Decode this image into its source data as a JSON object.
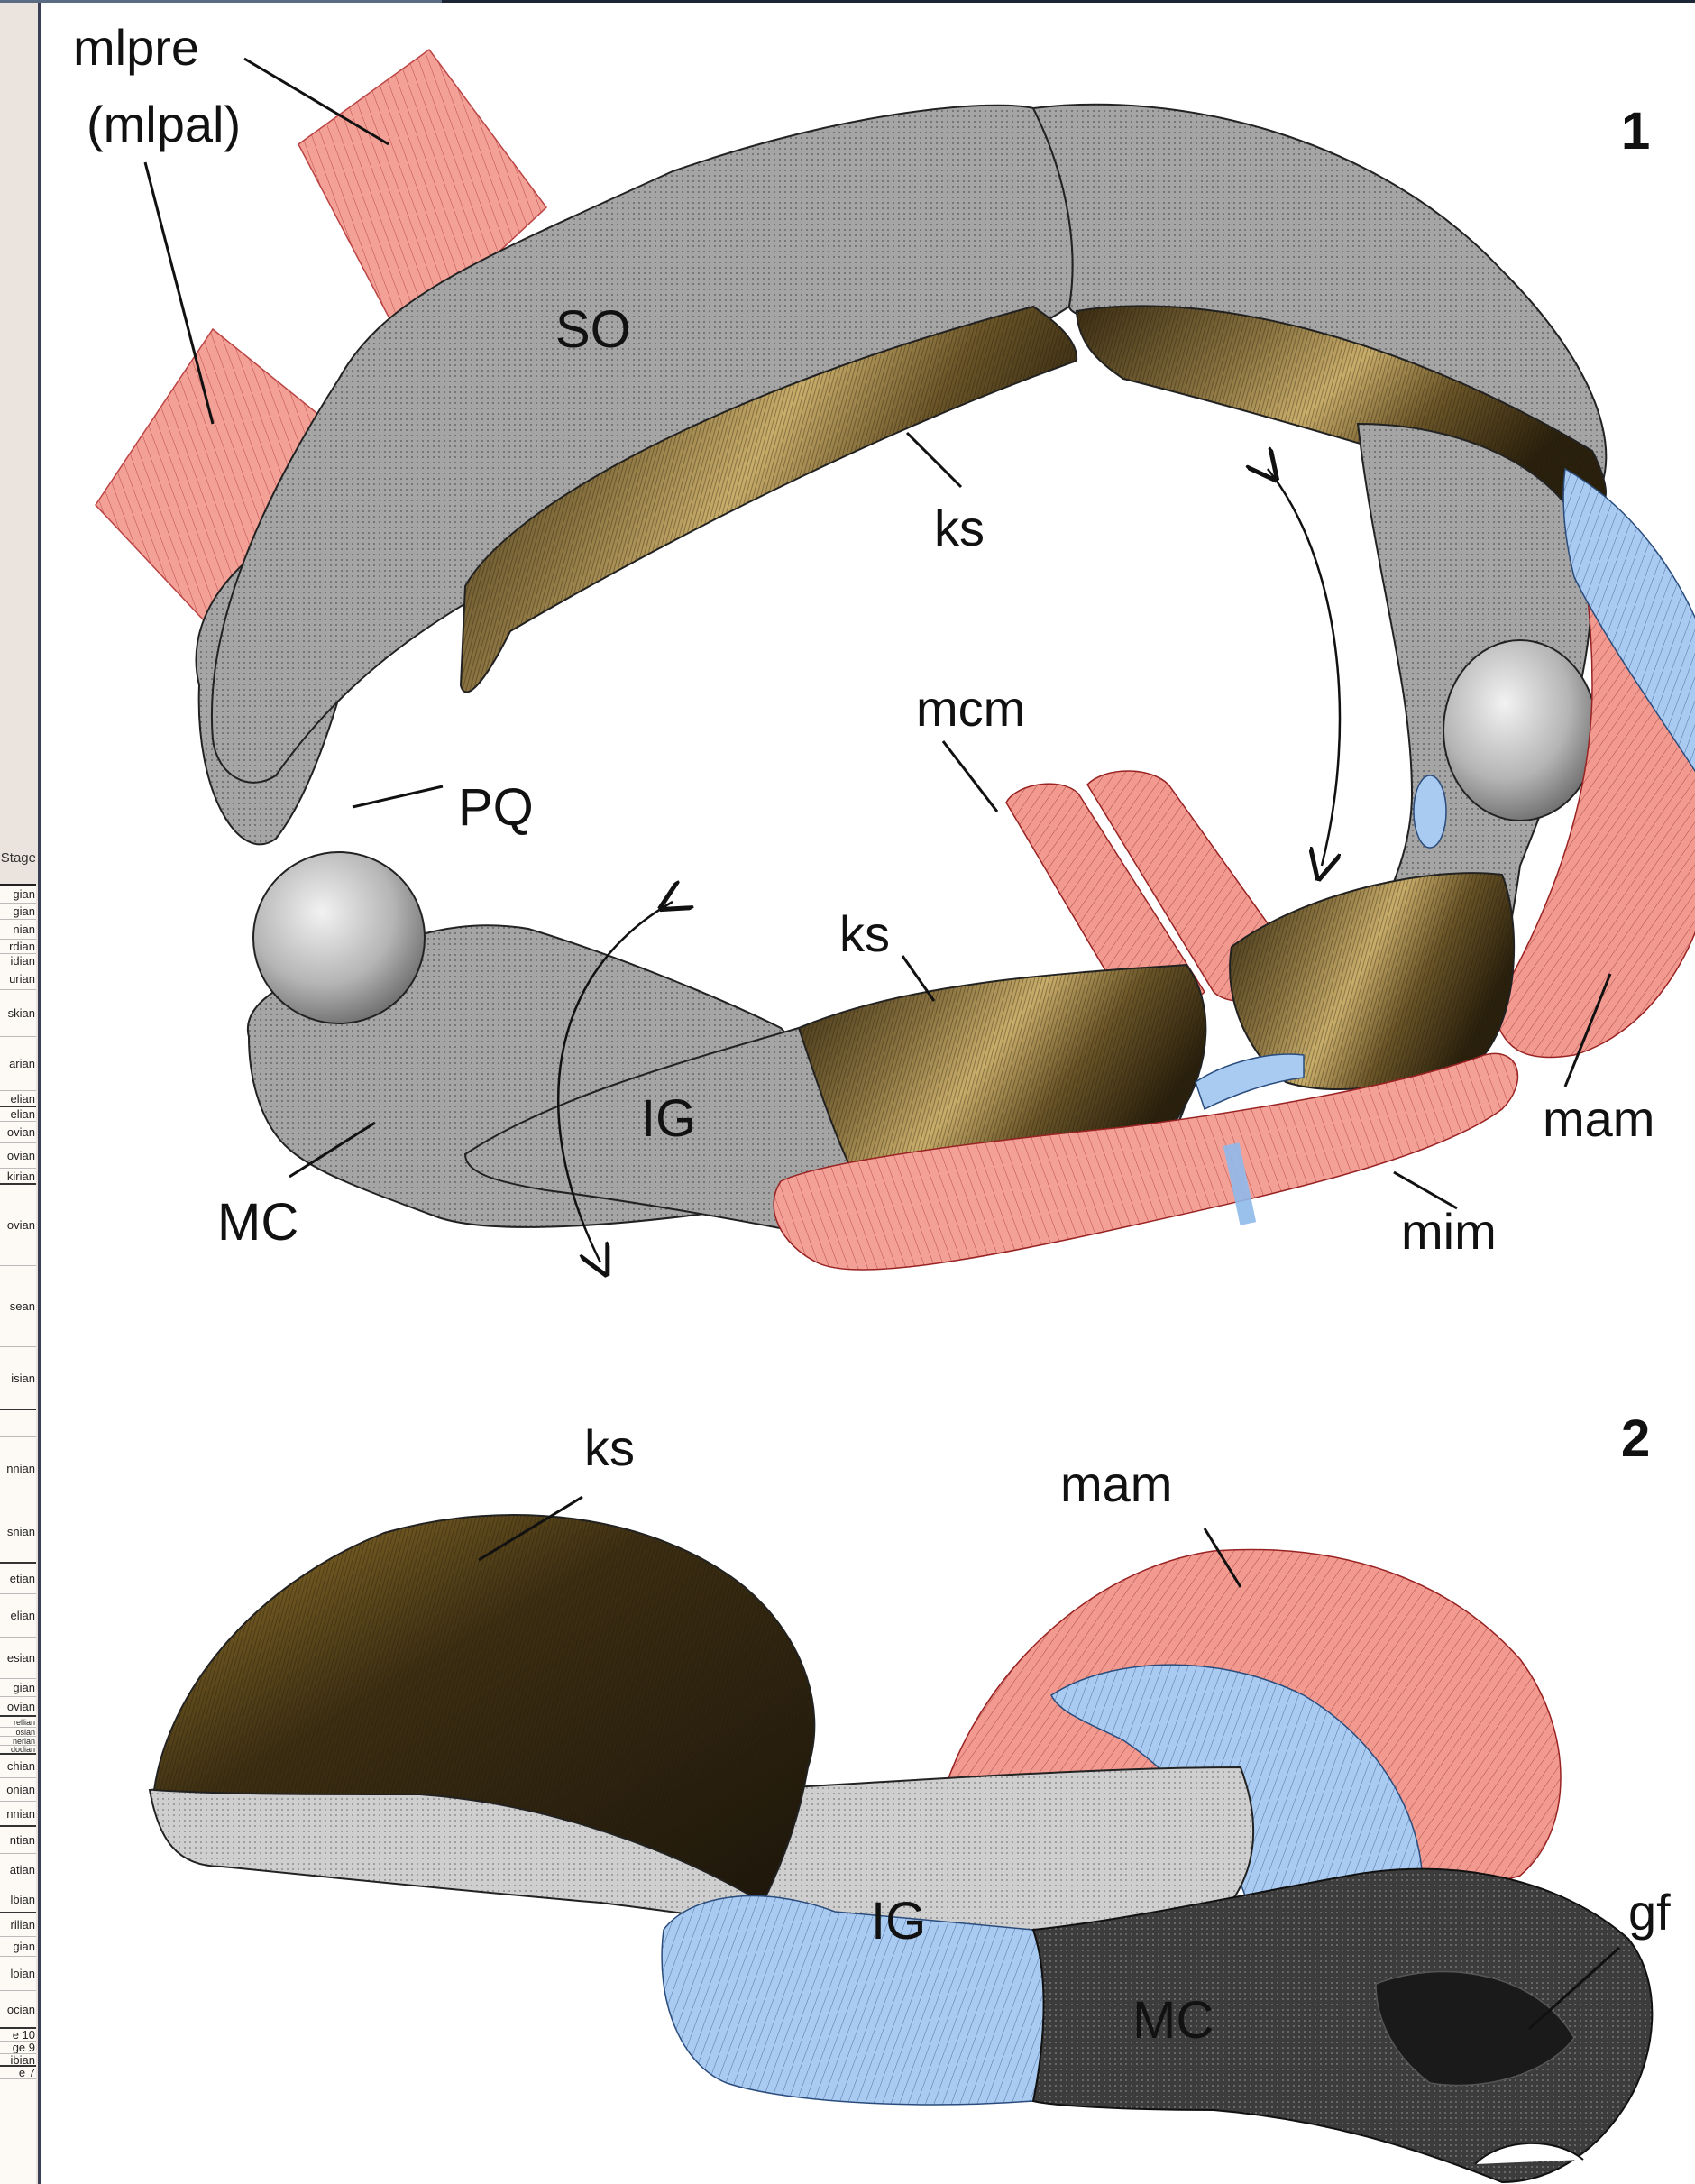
{
  "left_panel": {
    "header": "Stage",
    "rows": [
      {
        "label": "gian",
        "h": 20
      },
      {
        "label": "gian",
        "h": 18
      },
      {
        "label": "nian",
        "h": 22
      },
      {
        "label": "rdian",
        "h": 16
      },
      {
        "label": "idian",
        "h": 16
      },
      {
        "label": "urian",
        "h": 24
      },
      {
        "label": "skian",
        "h": 52
      },
      {
        "label": "arian",
        "h": 60
      },
      {
        "label": "elian",
        "h": 18,
        "major": true
      },
      {
        "label": "elian",
        "h": 16
      },
      {
        "label": "ovian",
        "h": 24
      },
      {
        "label": "ovian",
        "h": 28
      },
      {
        "label": "kirian",
        "h": 18,
        "major": true
      },
      {
        "label": "ovian",
        "h": 90
      },
      {
        "label": "sean",
        "h": 90
      },
      {
        "label": "isian",
        "h": 70,
        "major": true
      },
      {
        "label": "",
        "h": 30
      },
      {
        "label": "nnian",
        "h": 70
      },
      {
        "label": "snian",
        "h": 70,
        "major": true
      },
      {
        "label": "etian",
        "h": 34
      },
      {
        "label": "elian",
        "h": 48
      },
      {
        "label": "esian",
        "h": 46
      },
      {
        "label": "gian",
        "h": 20
      },
      {
        "label": "ovian",
        "h": 22,
        "major": true
      },
      {
        "label": "rellian",
        "h": 12
      },
      {
        "label": "oslan",
        "h": 10
      },
      {
        "label": "nerian",
        "h": 10
      },
      {
        "label": "dodian",
        "h": 10,
        "major": true
      },
      {
        "label": "chian",
        "h": 26
      },
      {
        "label": "onian",
        "h": 26
      },
      {
        "label": "nnian",
        "h": 28,
        "major": true
      },
      {
        "label": "ntian",
        "h": 30
      },
      {
        "label": "atian",
        "h": 36
      },
      {
        "label": "lbian",
        "h": 30,
        "major": true
      },
      {
        "label": "rilian",
        "h": 26
      },
      {
        "label": "gian",
        "h": 22
      },
      {
        "label": "loian",
        "h": 38
      },
      {
        "label": "ocian",
        "h": 42,
        "major": true
      },
      {
        "label": "e 10",
        "h": 14
      },
      {
        "label": "ge 9",
        "h": 14
      },
      {
        "label": "ibian",
        "h": 14,
        "major": true
      },
      {
        "label": "e 7",
        "h": 14
      }
    ]
  },
  "figure": {
    "panel1_number": "1",
    "panel2_number": "2",
    "labels1": {
      "mlpre": "mlpre",
      "mlpal": "(mlpal)",
      "so": "SO",
      "ks_upper": "ks",
      "mcm": "mcm",
      "pq": "PQ",
      "ks_lower": "ks",
      "ig": "IG",
      "mc": "MC",
      "mam": "mam",
      "mim": "mim"
    },
    "labels2": {
      "ks": "ks",
      "mam": "mam",
      "ig": "IG",
      "mc": "MC",
      "gf": "gf"
    },
    "colors": {
      "bone": "#a9a9a9",
      "bone_dark": "#6e6e6e",
      "muscle_red": "#f08a80",
      "muscle_blue": "#8fb9ea",
      "tooth_brown": "#5c4a24",
      "tooth_gold": "#b8994f"
    }
  }
}
